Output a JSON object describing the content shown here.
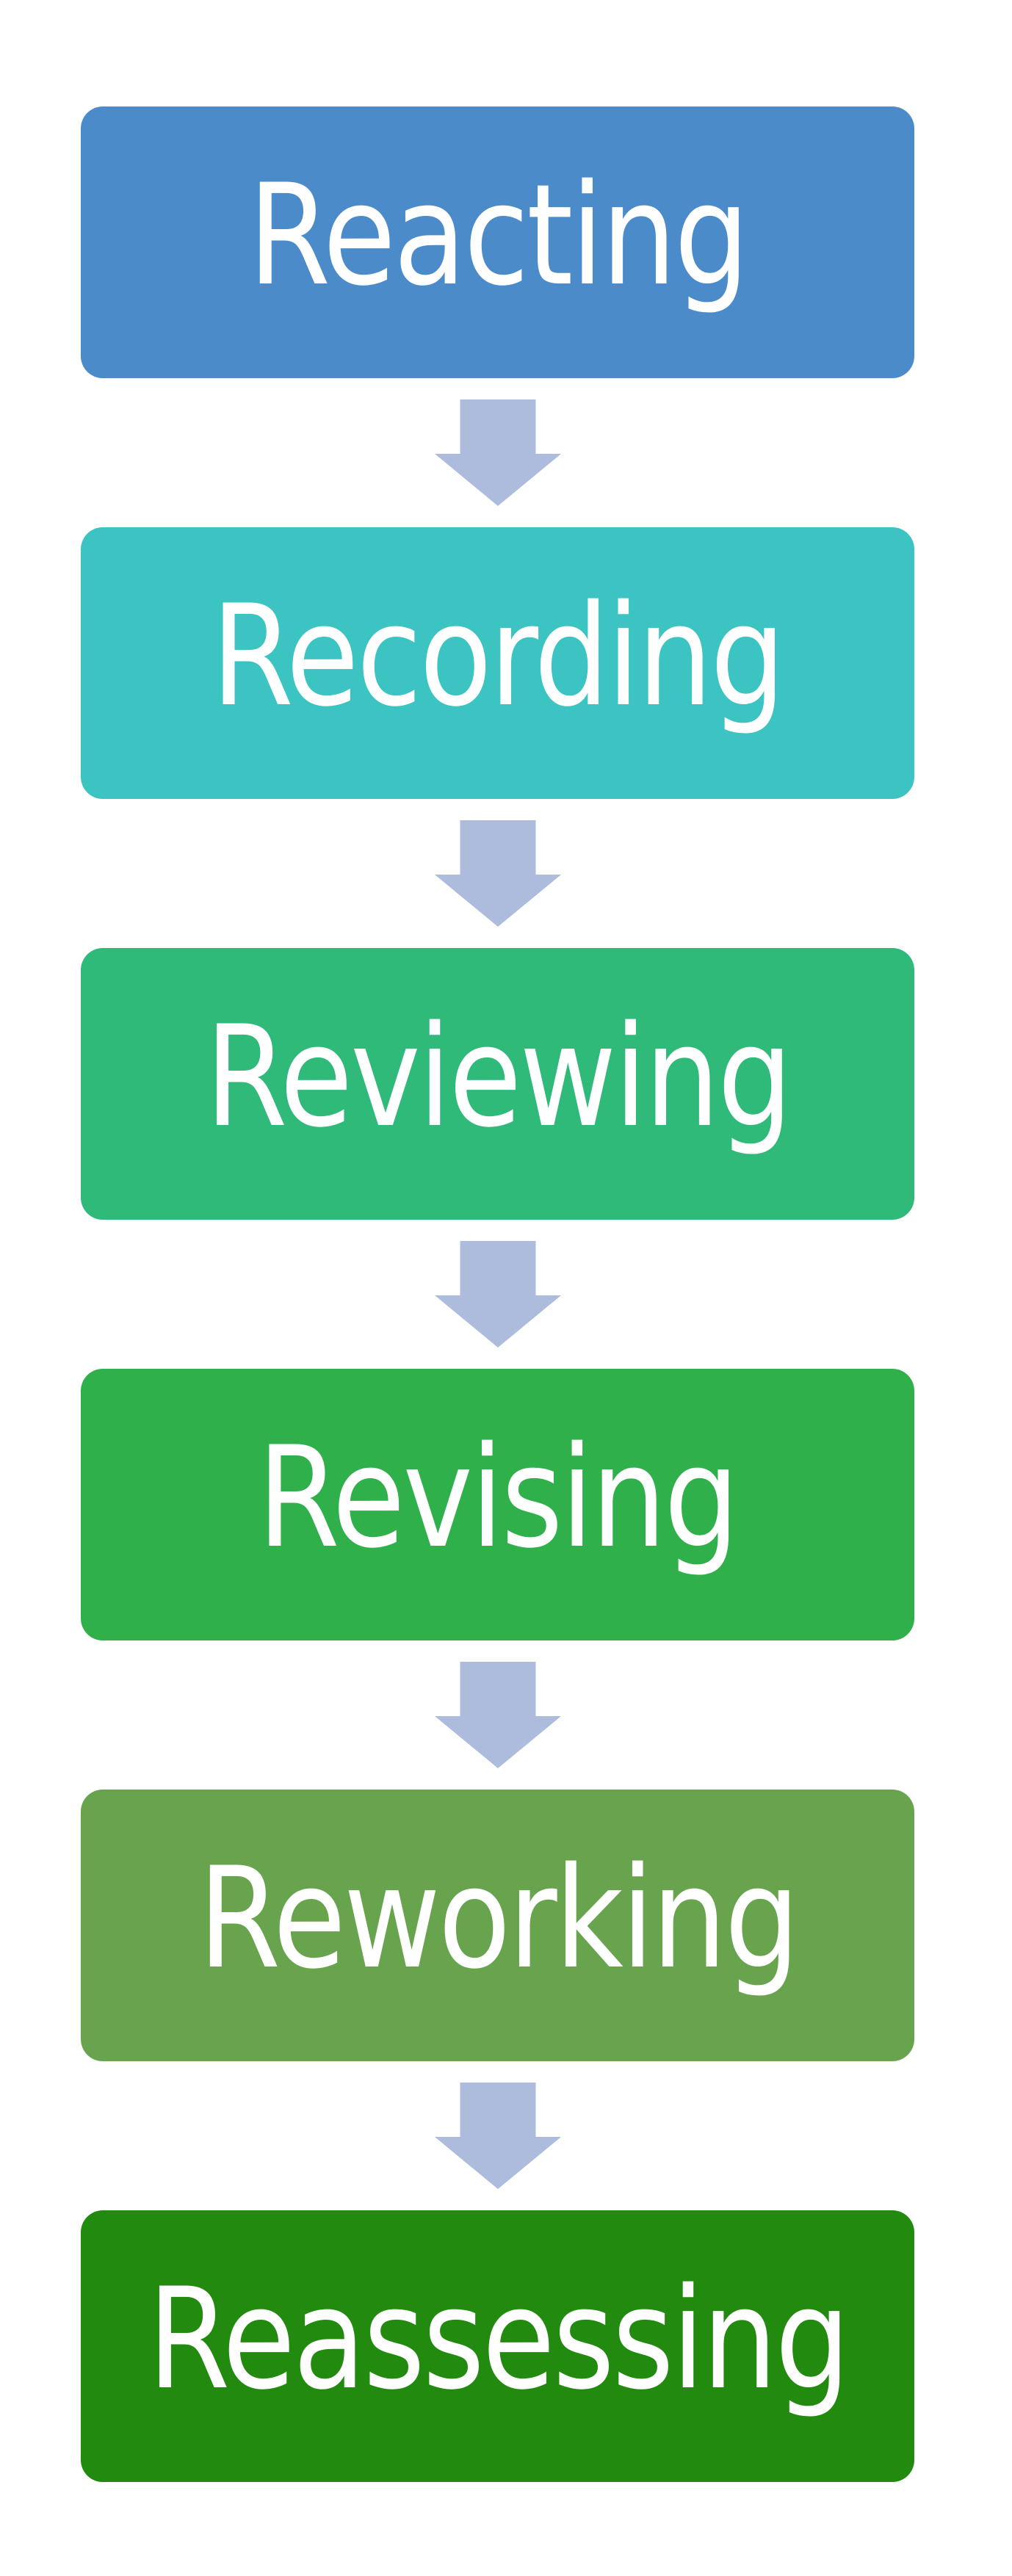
{
  "diagram": {
    "type": "vertical-process-flow",
    "background_color": "#FFFFFF",
    "text_color": "#FFFFFF",
    "arrow_color": "#ADBBDD",
    "icons": {
      "connector": "down-arrow"
    },
    "steps": [
      {
        "label": "Reacting",
        "color": "#4B8BC9"
      },
      {
        "label": "Recording",
        "color": "#3BC4C1"
      },
      {
        "label": "Reviewing",
        "color": "#2FBA79"
      },
      {
        "label": "Revising",
        "color": "#30B04A"
      },
      {
        "label": "Reworking",
        "color": "#68A44E"
      },
      {
        "label": "Reassessing",
        "color": "#218A0F"
      }
    ]
  }
}
